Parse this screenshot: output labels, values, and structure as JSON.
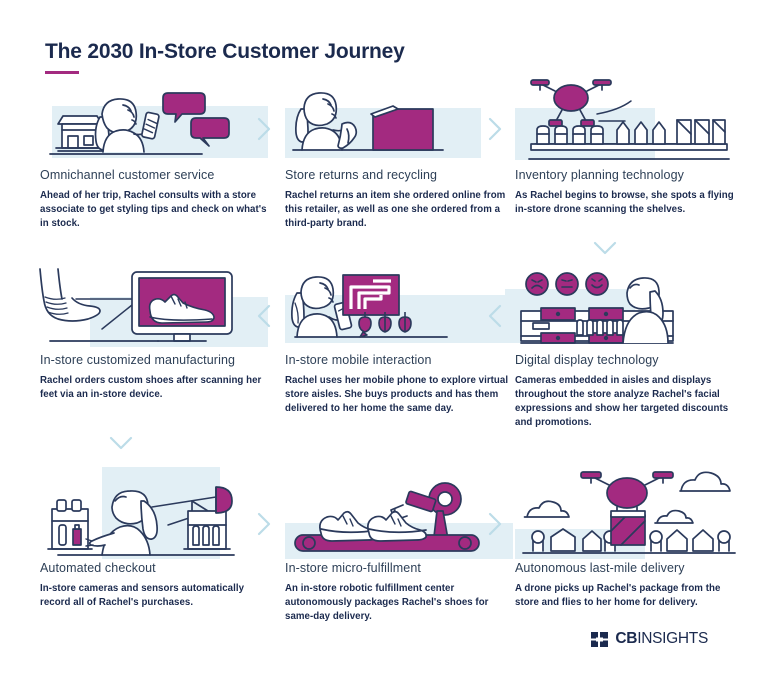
{
  "title": "The 2030 In-Store Customer Journey",
  "colors": {
    "navy": "#2b3a5c",
    "navy_dark": "#1b2a4e",
    "magenta": "#a32a80",
    "pale_blue": "#e2eff5",
    "arrow_blue": "#bcdce8",
    "white": "#ffffff"
  },
  "steps": [
    {
      "heading": "Omnichannel customer service",
      "body": "Ahead of her trip, Rachel consults with a store associate to get styling tips and check on what's in stock.",
      "illustration": "woman-with-phone-and-speech-bubbles"
    },
    {
      "heading": "Store returns and recycling",
      "body": "Rachel returns an item she ordered online from this retailer, as well as one she ordered from a third-party brand.",
      "illustration": "woman-with-return-box"
    },
    {
      "heading": "Inventory planning technology",
      "body": "As Rachel begins to browse, she spots a flying in-store drone scanning the shelves.",
      "illustration": "drone-scanning-shelves"
    },
    {
      "heading": "In-store customized manufacturing",
      "body": "Rachel orders custom shoes after scanning her feet via an in-store device.",
      "illustration": "foot-scanner-and-monitor-with-shoe"
    },
    {
      "heading": "In-store mobile interaction",
      "body": "Rachel uses her mobile phone to explore virtual store aisles. She buys products and has them delivered to her home the same day.",
      "illustration": "woman-phone-virtual-aisle"
    },
    {
      "heading": "Digital display technology",
      "body": "Cameras embedded in aisles and displays throughout the store analyze Rachel's facial expressions and show her targeted discounts and promotions.",
      "illustration": "emotion-faces-and-smart-shelf"
    },
    {
      "heading": "Automated checkout",
      "body": "In-store cameras and sensors automatically record all of Rachel's purchases.",
      "illustration": "woman-with-ceiling-camera-and-shelves"
    },
    {
      "heading": "In-store micro-fulfillment",
      "body": "An in-store robotic fulfillment center autonomously packages Rachel's shoes for same-day delivery.",
      "illustration": "conveyor-with-shoes-and-robot-arm"
    },
    {
      "heading": "Autonomous last-mile delivery",
      "body": "A drone picks up Rachel's package from the store and flies to her home for delivery.",
      "illustration": "delivery-drone-over-houses"
    }
  ],
  "footer": {
    "logo_bold": "CB",
    "logo_regular": "INSIGHTS"
  }
}
